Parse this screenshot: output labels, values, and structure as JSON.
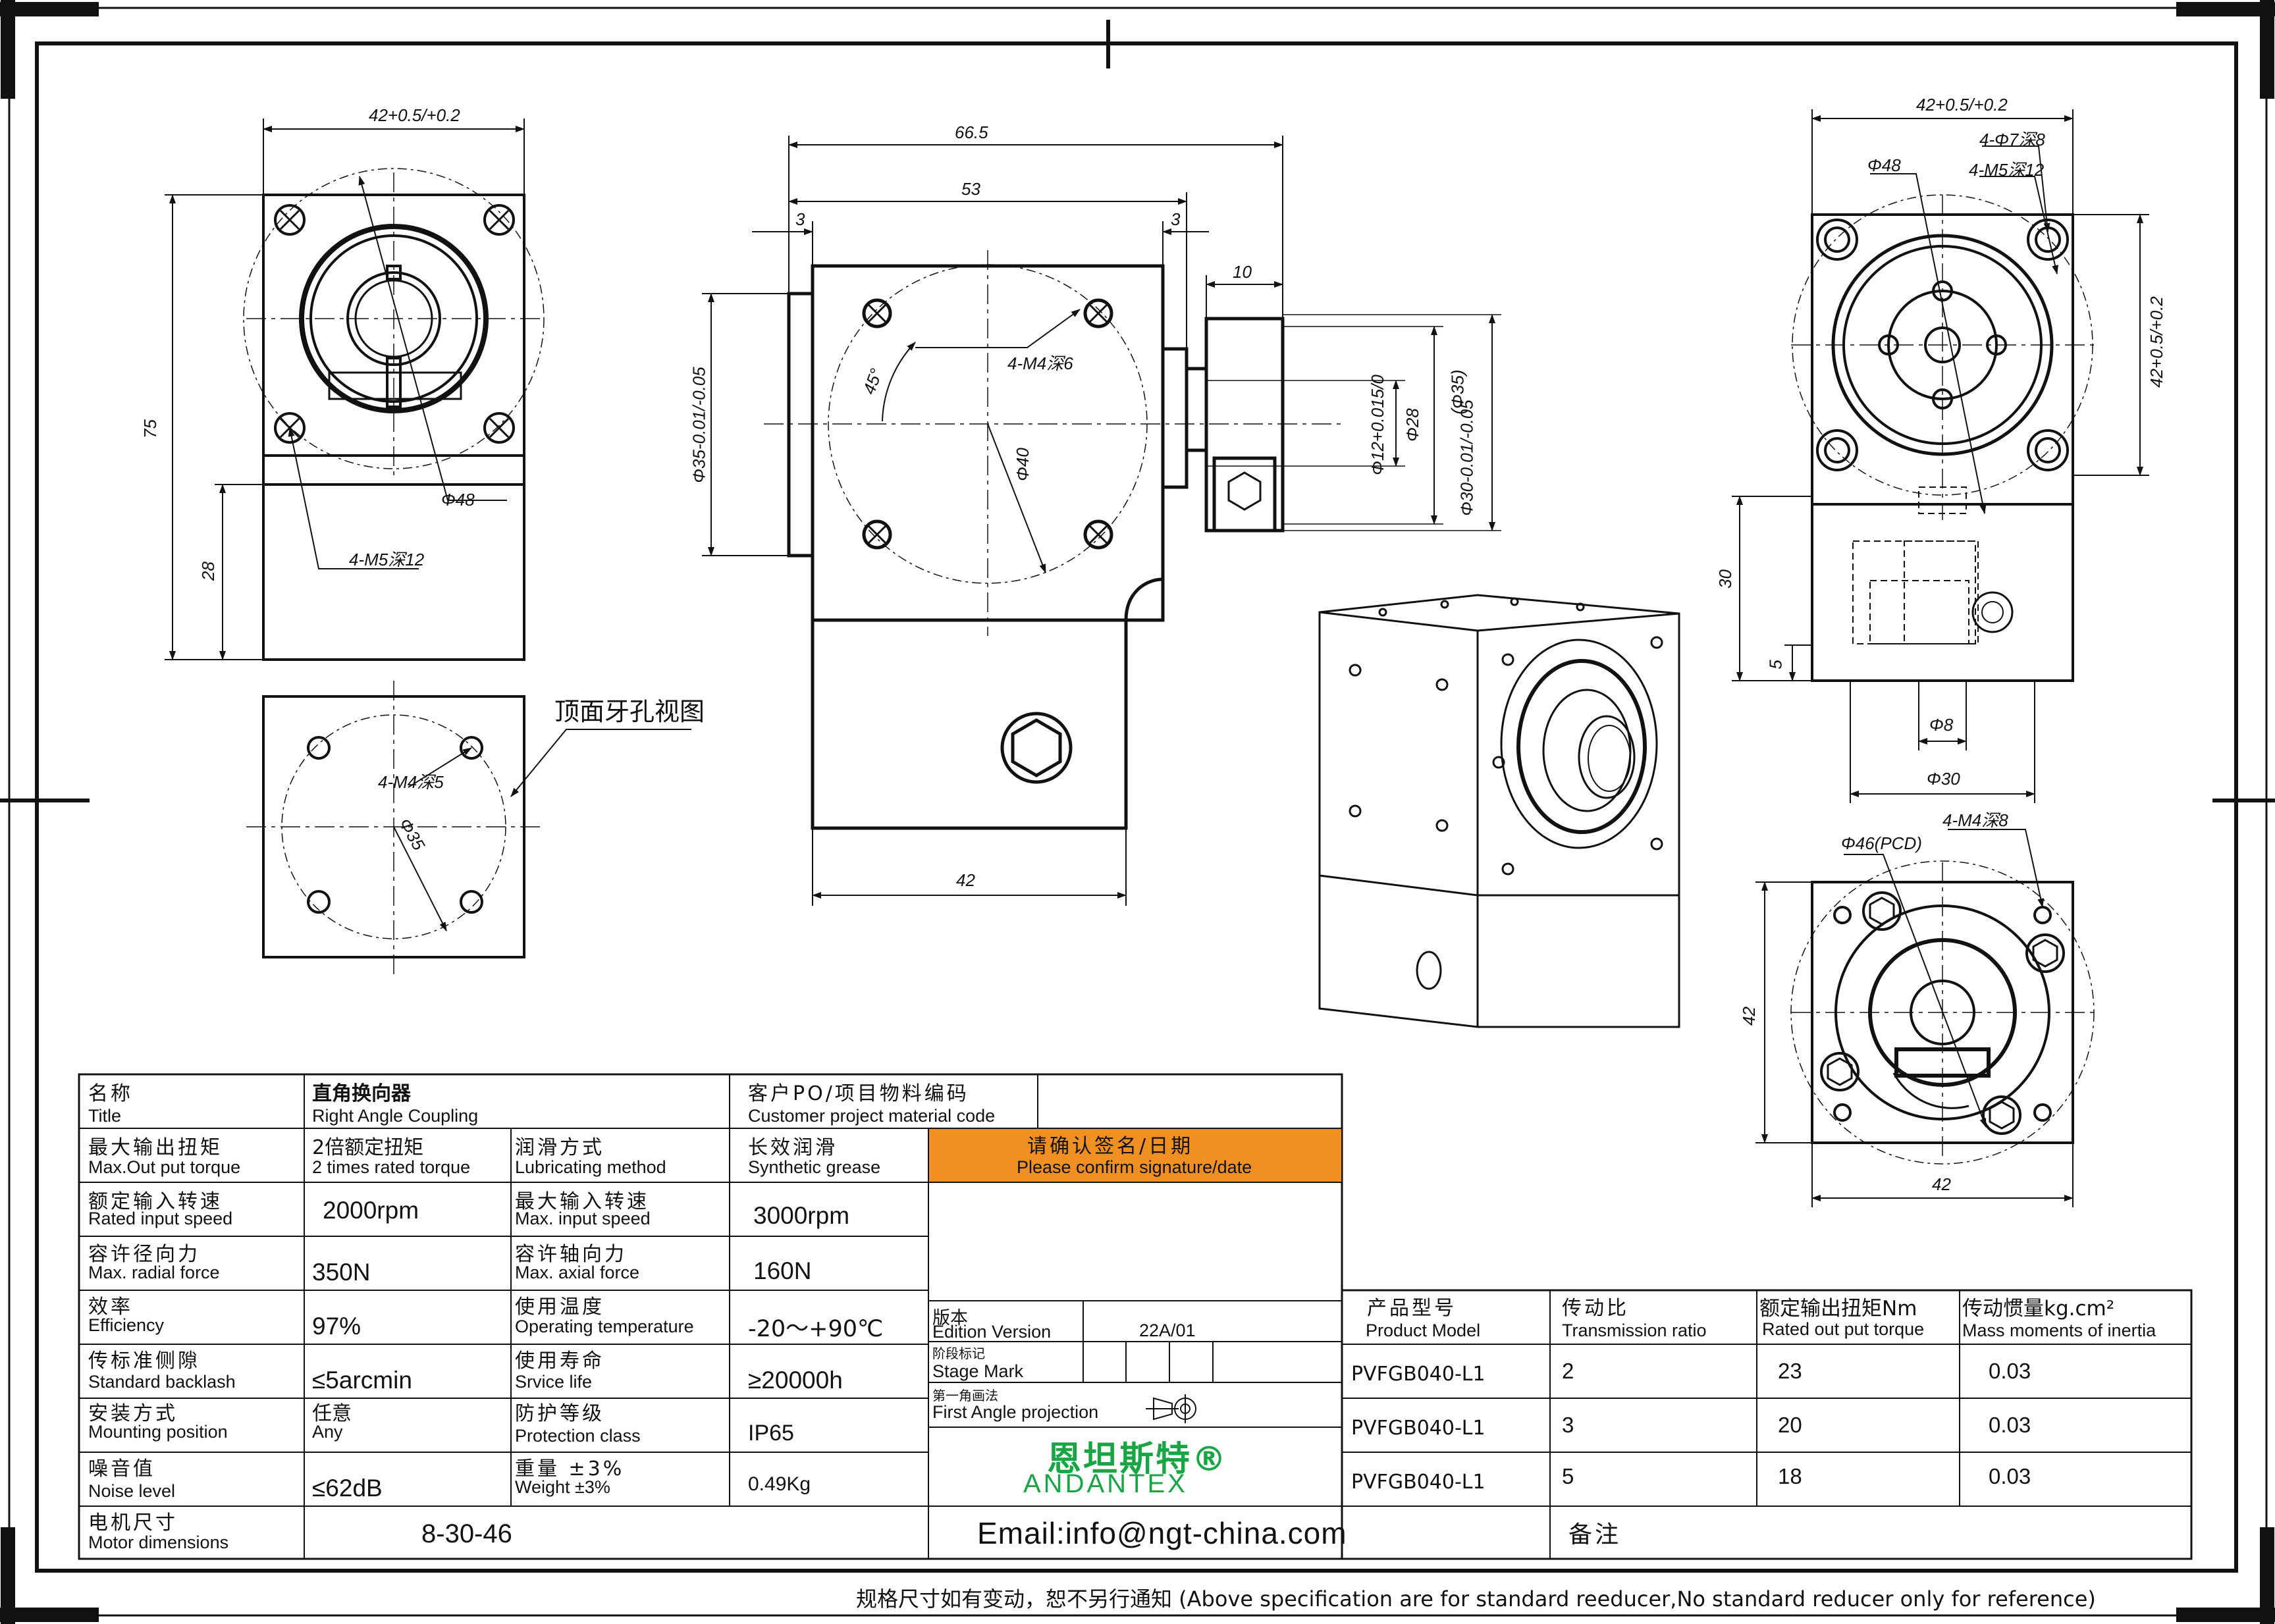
{
  "note_label": "顶面牙孔视图",
  "dims": {
    "left_top_w": "42+0.5/+0.2",
    "left_h": "75",
    "left_28": "28",
    "left_phi48": "Φ48",
    "left_m5": "4-M5深12",
    "left_m4": "4-M4深5",
    "left_phi35": "Φ35",
    "c_665": "66.5",
    "c_53": "53",
    "c_3a": "3",
    "c_3b": "3",
    "c_10": "10",
    "c_45": "45°",
    "c_m4": "4-M4深6",
    "c_phi40": "Φ40",
    "c_phi35": "Φ35-0.01/-0.05",
    "c_phi12": "Φ12+0.015/0",
    "c_phi28": "Φ28",
    "c_phi30": "Φ30-0.01/-0.05",
    "c_phi35b": "(Φ35)",
    "c_42": "42",
    "r_w": "42+0.5/+0.2",
    "r_phi7": "4-Φ7深8",
    "r_m5": "4-M5深12",
    "r_phi48": "Φ48",
    "r_h": "42+0.5/+0.2",
    "r_30": "30",
    "r_5": "5",
    "r_phi8": "Φ8",
    "r_phi30": "Φ30",
    "b_phi46": "Φ46(PCD)",
    "b_m4": "4-M4深8",
    "b_42v": "42",
    "b_42h": "42"
  },
  "table": {
    "title_cn": "名称",
    "title_en": "Title",
    "product_cn": "直角换向器",
    "product_en": "Right Angle Coupling",
    "cust_cn": "客户PO/项目物料编码",
    "cust_en": "Customer project material code",
    "torque_cn": "最大输出扭矩",
    "torque_en": "Max.Out put torque",
    "torque_v_cn": "2倍额定扭矩",
    "torque_v_en": "2 times rated torque",
    "lub_cn": "润滑方式",
    "lub_en": "Lubricating method",
    "lub_v_cn": "长效润滑",
    "lub_v_en": "Synthetic grease",
    "confirm_cn": "请确认签名/日期",
    "confirm_en": "Please confirm signature/date",
    "rin_cn": "额定输入转速",
    "rin_en": "Rated input speed",
    "rin_v": "2000rpm",
    "min_cn": "最大输入转速",
    "min_en": "Max. input speed",
    "min_v": "3000rpm",
    "rad_cn": "容许径向力",
    "rad_en": "Max. radial force",
    "rad_v": "350N",
    "ax_cn": "容许轴向力",
    "ax_en": "Max. axial force",
    "ax_v": "160N",
    "eff_cn": "效率",
    "eff_en": "Efficiency",
    "eff_v": "97%",
    "temp_cn": "使用温度",
    "temp_en": "Operating temperature",
    "temp_v": "-20〜+90℃",
    "bl_cn": "传标准侧隙",
    "bl_en": "Standard backlash",
    "bl_v": "≤5arcmin",
    "life_cn": "使用寿命",
    "life_en": "Srvice life",
    "life_v": "≥20000h",
    "mount_cn": "安装方式",
    "mount_en": "Mounting position",
    "mount_v_cn": "任意",
    "mount_v_en": "Any",
    "prot_cn": "防护等级",
    "prot_en": "Protection class",
    "prot_v": "IP65",
    "noise_cn": "噪音值",
    "noise_en": "Noise level",
    "noise_v": "≤62dB",
    "wt_cn": "重量 ±3%",
    "wt_en": "Weight ±3%",
    "wt_v": "0.49Kg",
    "motor_cn": "电机尺寸",
    "motor_en": "Motor dimensions",
    "motor_v": "8-30-46",
    "ver_cn": "版本",
    "ver_en": "Edition Version",
    "ver_v": "22A/01",
    "stage_cn": "阶段标记",
    "stage_en": "Stage Mark",
    "proj_cn": "第一角画法",
    "proj_en": "First Angle projection",
    "logo_cn": "恩坦斯特®",
    "logo_en": "ANDANTEX",
    "email": "Email:info@ngt-china.com",
    "remark": "备注",
    "pm_cn": "产品型号",
    "pm_en": "Product Model",
    "tr_cn": "传动比",
    "tr_en": "Transmission ratio",
    "rot_cn": "额定输出扭矩Nm",
    "rot_en": "Rated out put torque",
    "mi_cn": "传动惯量kg.cm²",
    "mi_en": "Mass moments of inertia",
    "rows": [
      {
        "model": "PVFGB040-L1",
        "ratio": "2",
        "torque": "23",
        "inertia": "0.03"
      },
      {
        "model": "PVFGB040-L1",
        "ratio": "3",
        "torque": "20",
        "inertia": "0.03"
      },
      {
        "model": "PVFGB040-L1",
        "ratio": "5",
        "torque": "18",
        "inertia": "0.03"
      }
    ]
  },
  "footer": "规格尺寸如有变动，恕不另行通知  (Above specification are for standard reeducer,No standard reducer only for reference)"
}
